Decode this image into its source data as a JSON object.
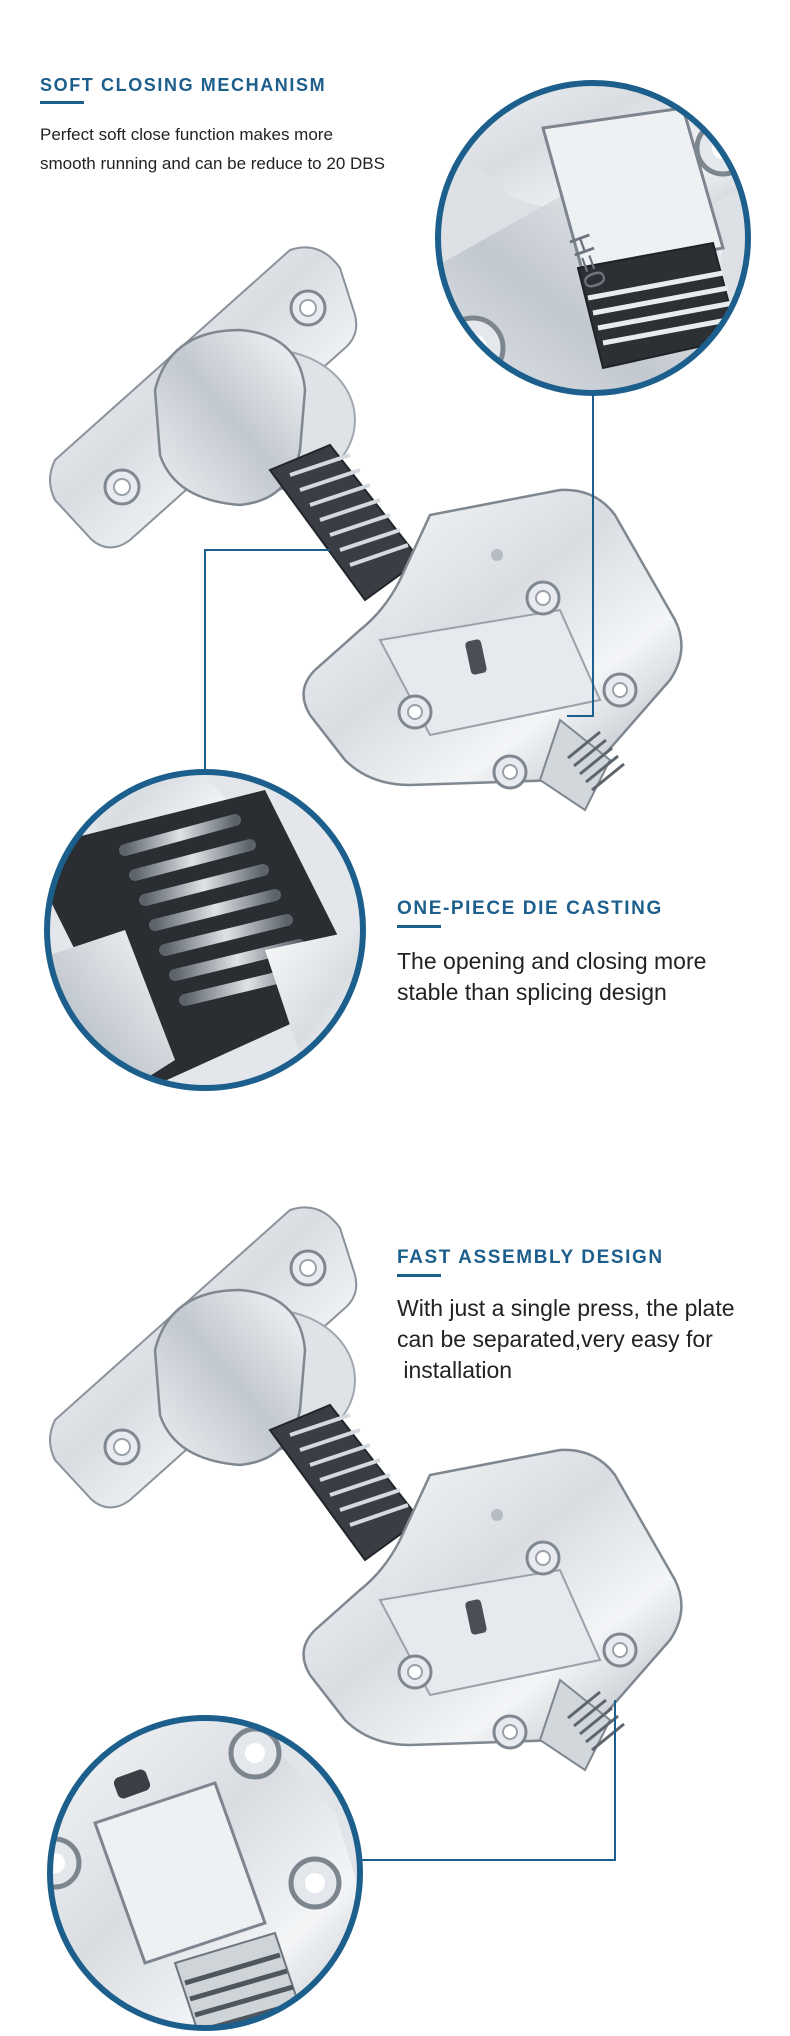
{
  "features": [
    {
      "id": "soft-closing",
      "heading": "SOFT CLOSING MECHANISM",
      "lines": [
        "Perfect soft close function makes more",
        "smooth running and can be reduce to 20 DBS"
      ]
    },
    {
      "id": "die-casting",
      "heading": "ONE-PIECE DIE CASTING",
      "lines": [
        "The opening and closing more",
        "stable than splicing design"
      ]
    },
    {
      "id": "fast-assembly",
      "heading": "FAST ASSEMBLY DESIGN",
      "lines": [
        "With just a single press, the plate",
        "can be separated,very easy for",
        " installation"
      ]
    }
  ],
  "hinge_marking": "H=0",
  "colors": {
    "accent": "#1d5f8c",
    "text": "#222222",
    "metal_light": "#eef1f4",
    "metal_mid": "#c9ced4",
    "metal_dark": "#7d858e",
    "spring_dark": "#2a2d31"
  }
}
